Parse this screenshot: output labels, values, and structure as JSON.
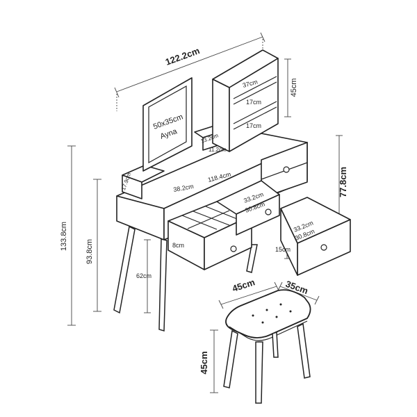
{
  "mirror": {
    "size": "50x35cm",
    "name": "Ayna"
  },
  "dimensions": {
    "total_width": "122.2cm",
    "shelf_height": "45cm",
    "shelf_width": "37cm",
    "shelf_spacing_1": "17cm",
    "shelf_spacing_2": "17cm",
    "small_box_height": "13.2cm",
    "small_box_depth": "11.2cm",
    "side_panel_height": "17.9cm",
    "desk_inner_width": "118.4cm",
    "section_width": "38.2cm",
    "drawer_width_1": "33.2cm",
    "drawer_depth_1": "30.8cm",
    "drawer_width_2": "33.2cm",
    "drawer_depth_2": "30.8cm",
    "drawer_height": "8cm",
    "drawer_front_height": "15cm",
    "depth": "77.8cm",
    "total_height": "133.8cm",
    "desk_height": "93.8cm",
    "leg_height": "62cm",
    "stool_width": "45cm",
    "stool_depth": "35cm",
    "stool_height": "45cm"
  }
}
